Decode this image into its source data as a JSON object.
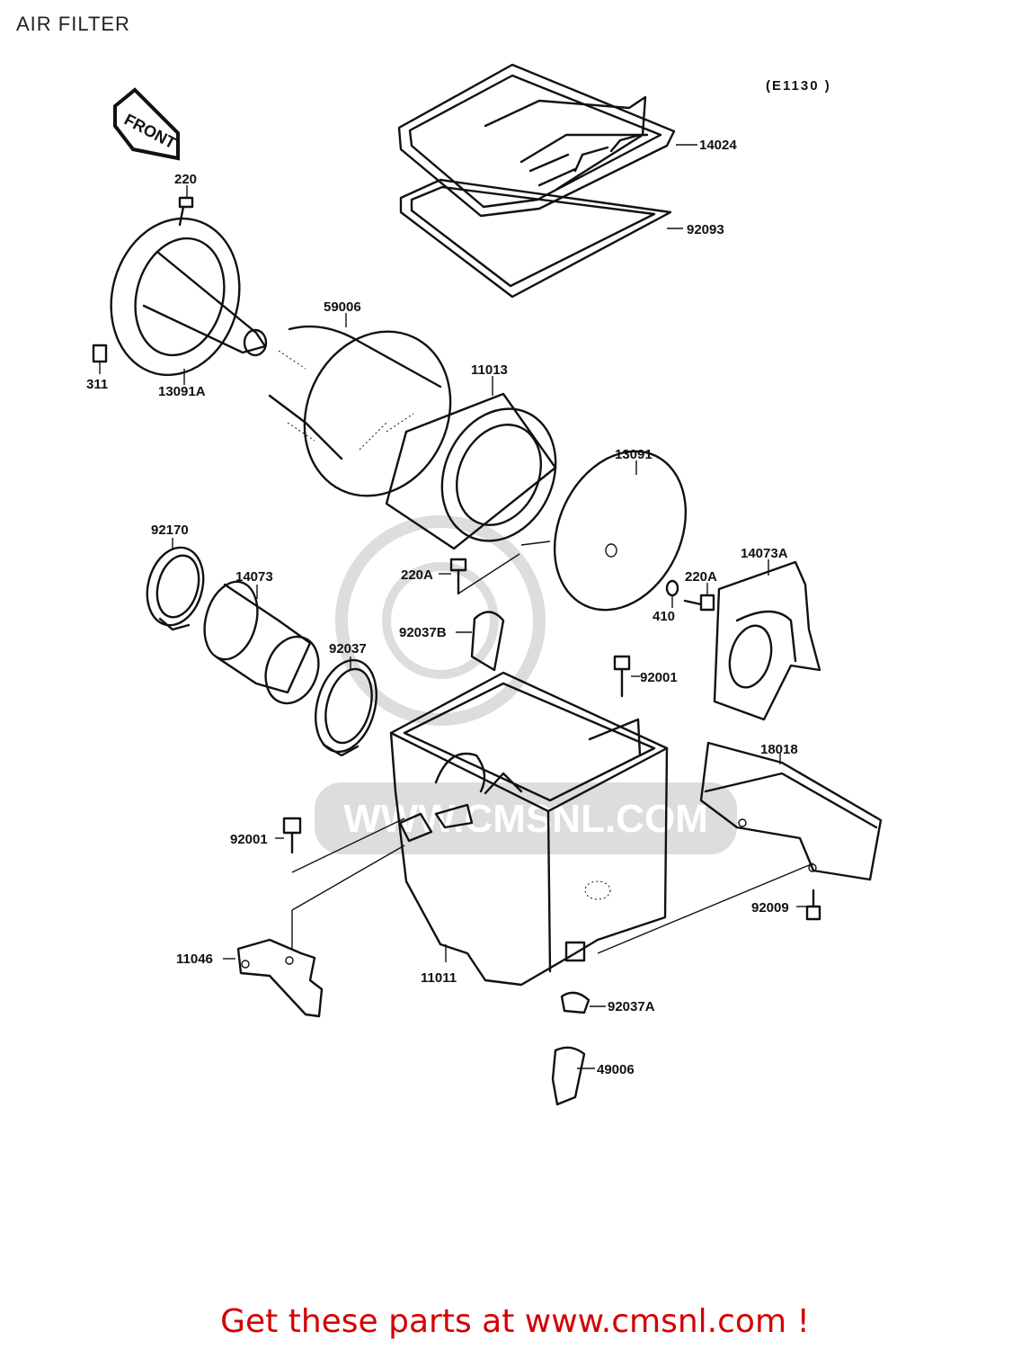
{
  "page": {
    "title": "AIR FILTER",
    "diagram_code": "(E1130 )",
    "front_arrow_label": "FRONT",
    "watermark_text": "WWW.CMSNL.COM",
    "footer_banner": "Get these parts at www.cmsnl.com !",
    "colors": {
      "banner": "#d40000",
      "line": "#111111",
      "background": "#ffffff"
    }
  },
  "parts": [
    {
      "id": "p14024",
      "label": "14024"
    },
    {
      "id": "p92093",
      "label": "92093"
    },
    {
      "id": "p220",
      "label": "220"
    },
    {
      "id": "p311",
      "label": "311"
    },
    {
      "id": "p13091A",
      "label": "13091A"
    },
    {
      "id": "p59006",
      "label": "59006"
    },
    {
      "id": "p11013",
      "label": "11013"
    },
    {
      "id": "p13091",
      "label": "13091"
    },
    {
      "id": "p92170",
      "label": "92170"
    },
    {
      "id": "p14073",
      "label": "14073"
    },
    {
      "id": "p220A_1",
      "label": "220A"
    },
    {
      "id": "p220A_2",
      "label": "220A"
    },
    {
      "id": "p14073A",
      "label": "14073A"
    },
    {
      "id": "p410",
      "label": "410"
    },
    {
      "id": "p92037B",
      "label": "92037B"
    },
    {
      "id": "p92037",
      "label": "92037"
    },
    {
      "id": "p92001_1",
      "label": "92001"
    },
    {
      "id": "p18018",
      "label": "18018"
    },
    {
      "id": "p92001_2",
      "label": "92001"
    },
    {
      "id": "p92009",
      "label": "92009"
    },
    {
      "id": "p11046",
      "label": "11046"
    },
    {
      "id": "p11011",
      "label": "11011"
    },
    {
      "id": "p92037A",
      "label": "92037A"
    },
    {
      "id": "p49006",
      "label": "49006"
    }
  ]
}
